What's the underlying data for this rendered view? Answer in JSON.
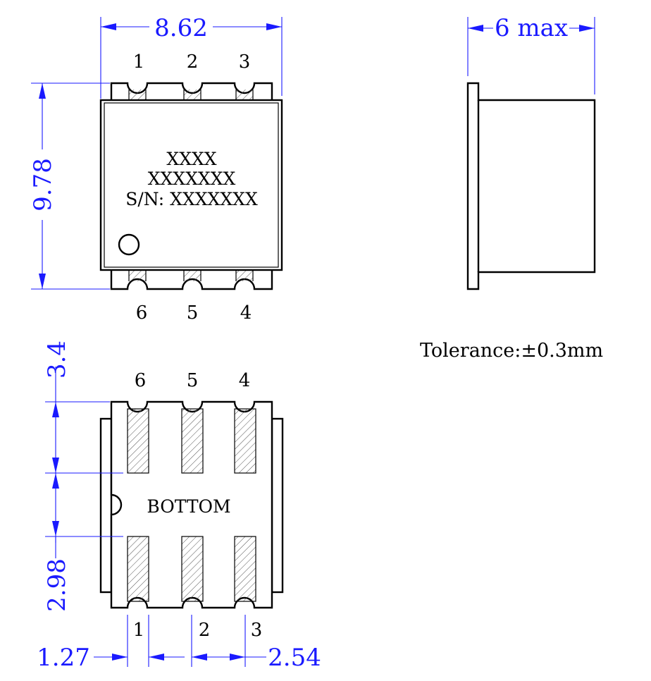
{
  "dimensions": {
    "top_width": "8.62",
    "top_height": "9.78",
    "side_height": "6 max",
    "bottom_pad_length": "3.4",
    "bottom_gap": "2.98",
    "pad_width": "1.27",
    "pitch": "2.54"
  },
  "pins": {
    "top_row_top_view": [
      "1",
      "2",
      "3"
    ],
    "bottom_row_top_view": [
      "6",
      "5",
      "4"
    ],
    "top_row_bottom_view": [
      "6",
      "5",
      "4"
    ],
    "bottom_row_bottom_view": [
      "1",
      "2",
      "3"
    ]
  },
  "marking": {
    "line1": "XXXX",
    "line2": "XXXXXXX",
    "line3": "S/N: XXXXXXX"
  },
  "bottom_label": "BOTTOM",
  "tolerance": "Tolerance:±0.3mm",
  "colors": {
    "dimension": "#1a1aff",
    "outline": "#000000"
  }
}
